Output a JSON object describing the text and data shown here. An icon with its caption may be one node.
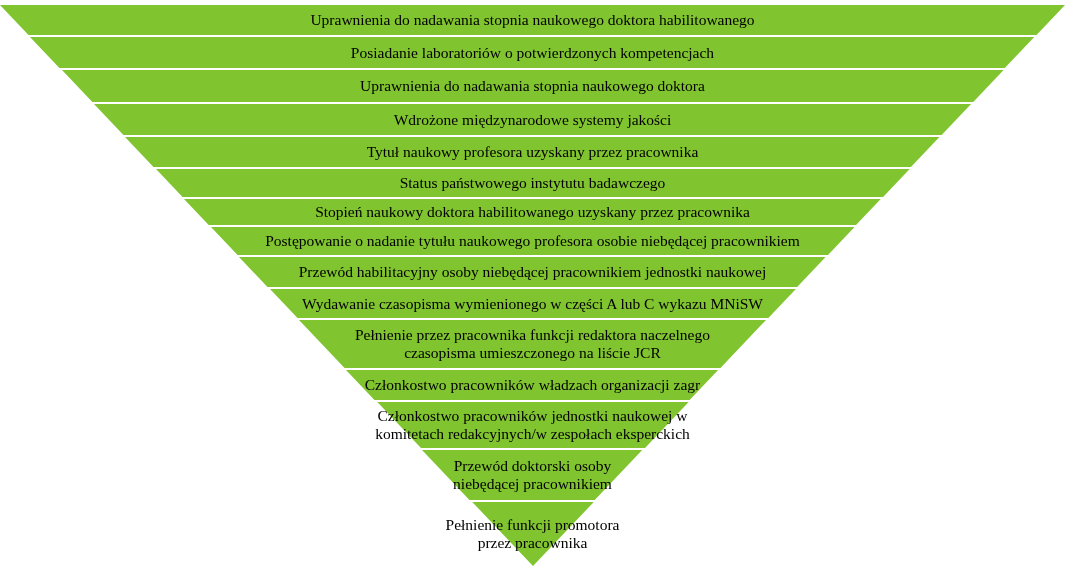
{
  "diagram": {
    "nodes": [
      {
        "text": [
          "Uprawnienia do nadawania stopnia naukowego doktora habilitowanego"
        ]
      },
      {
        "text": [
          "Posiadanie laboratoriów o potwierdzonych kompetencjach"
        ]
      },
      {
        "text": [
          "Uprawnienia do nadawania stopnia naukowego doktora"
        ]
      },
      {
        "text": [
          "Wdrożone międzynarodowe systemy jakości"
        ]
      },
      {
        "text": [
          "Tytuł naukowy profesora uzyskany przez pracownika"
        ]
      },
      {
        "text": [
          "Status państwowego instytutu badawczego"
        ]
      },
      {
        "text": [
          "Stopień naukowy doktora habilitowanego uzyskany przez pracownika"
        ]
      },
      {
        "text": [
          "Postępowanie o nadanie tytułu naukowego profesora osobie niebędącej pracownikiem"
        ]
      },
      {
        "text": [
          "Przewód habilitacyjny osoby niebędącej pracownikiem jednostki naukowej"
        ]
      },
      {
        "text": [
          "Wydawanie czasopisma wymienionego w części A lub C wykazu MNiSW"
        ]
      },
      {
        "text": [
          "Pełnienie przez pracownika funkcji redaktora naczelnego czasopisma umieszczonego na liście JCR"
        ]
      },
      {
        "text": [
          "Członkostwo pracowników władzach organizacji zagr"
        ]
      },
      {
        "text": [
          "Członkostwo pracowników jednostki naukowej w komitetach redakcyjnych/w zespołach eksperckich"
        ]
      },
      {
        "text": [
          "Przewód doktorski osoby niebędącej pracownikiem"
        ]
      },
      {
        "text": [
          "Pełnienie funkcji promotora przez pracownika"
        ]
      }
    ]
  }
}
